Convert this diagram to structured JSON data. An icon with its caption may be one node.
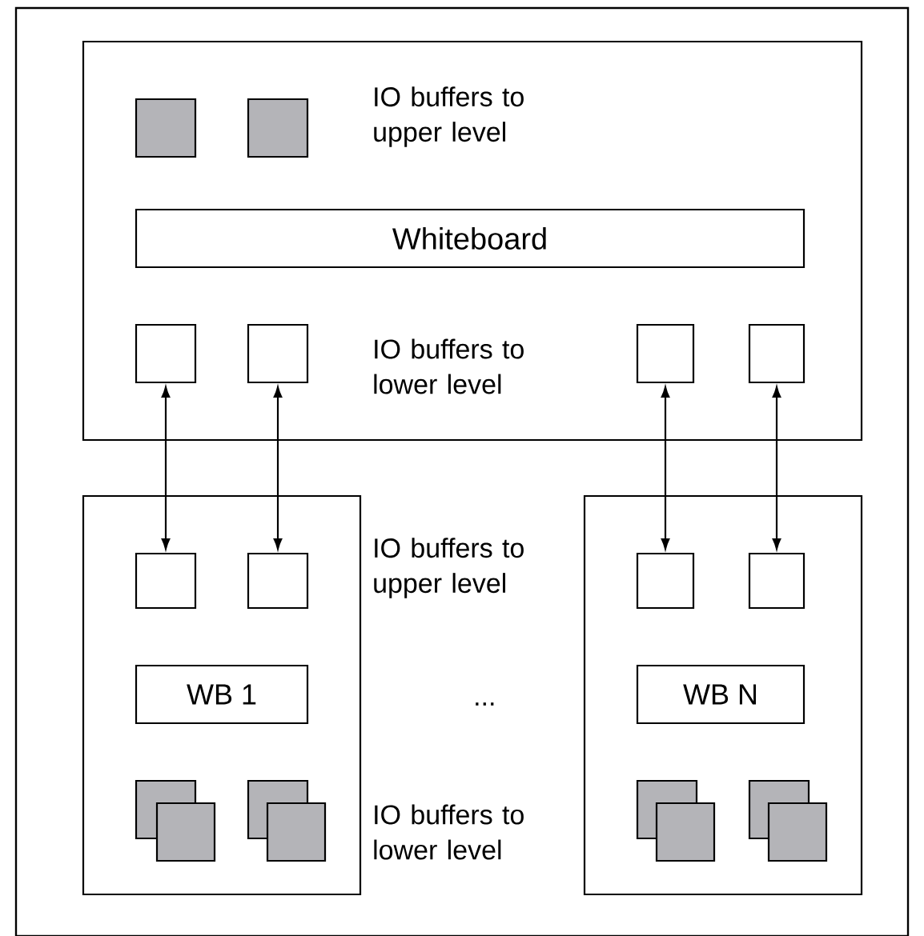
{
  "diagram": {
    "nodes": [
      {
        "text": [],
        "shape": "box"
      },
      {
        "text": [],
        "shape": "box",
        "in": 0
      },
      {
        "text": [],
        "shape": "box",
        "in": 0
      },
      {
        "text": [
          "Whiteboard"
        ],
        "in": 0
      },
      {
        "text": [],
        "shape": "box",
        "in": 0
      },
      {
        "text": [],
        "shape": "box",
        "in": 0
      },
      {
        "text": [],
        "shape": "box",
        "in": 0
      },
      {
        "text": [],
        "shape": "box",
        "in": 0
      },
      {
        "text": [],
        "shape": "box"
      },
      {
        "text": [],
        "shape": "box",
        "in": 8
      },
      {
        "text": [],
        "shape": "box",
        "in": 8
      },
      {
        "text": [
          "WB 1"
        ],
        "in": 8
      },
      {
        "text": [],
        "shape": "stack",
        "in": 8
      },
      {
        "text": [],
        "shape": "stack",
        "in": 8
      },
      {
        "text": [],
        "shape": "box"
      },
      {
        "text": [],
        "shape": "box",
        "in": 14
      },
      {
        "text": [],
        "shape": "box",
        "in": 14
      },
      {
        "text": [
          "WB N"
        ],
        "in": 14
      },
      {
        "text": [],
        "shape": "stack",
        "in": 14
      },
      {
        "text": [],
        "shape": "stack",
        "in": 14
      }
    ],
    "edges": [
      {
        "from": 4,
        "to": 9,
        "arrow": "both"
      },
      {
        "from": 5,
        "to": 10,
        "arrow": "both"
      },
      {
        "from": 6,
        "to": 15,
        "arrow": "both"
      },
      {
        "from": 7,
        "to": 16,
        "arrow": "both"
      }
    ],
    "labels": [
      "IO buffers to upper level",
      "IO buffers to lower level",
      "IO buffers to upper level",
      "...",
      "IO buffers to lower level"
    ]
  }
}
